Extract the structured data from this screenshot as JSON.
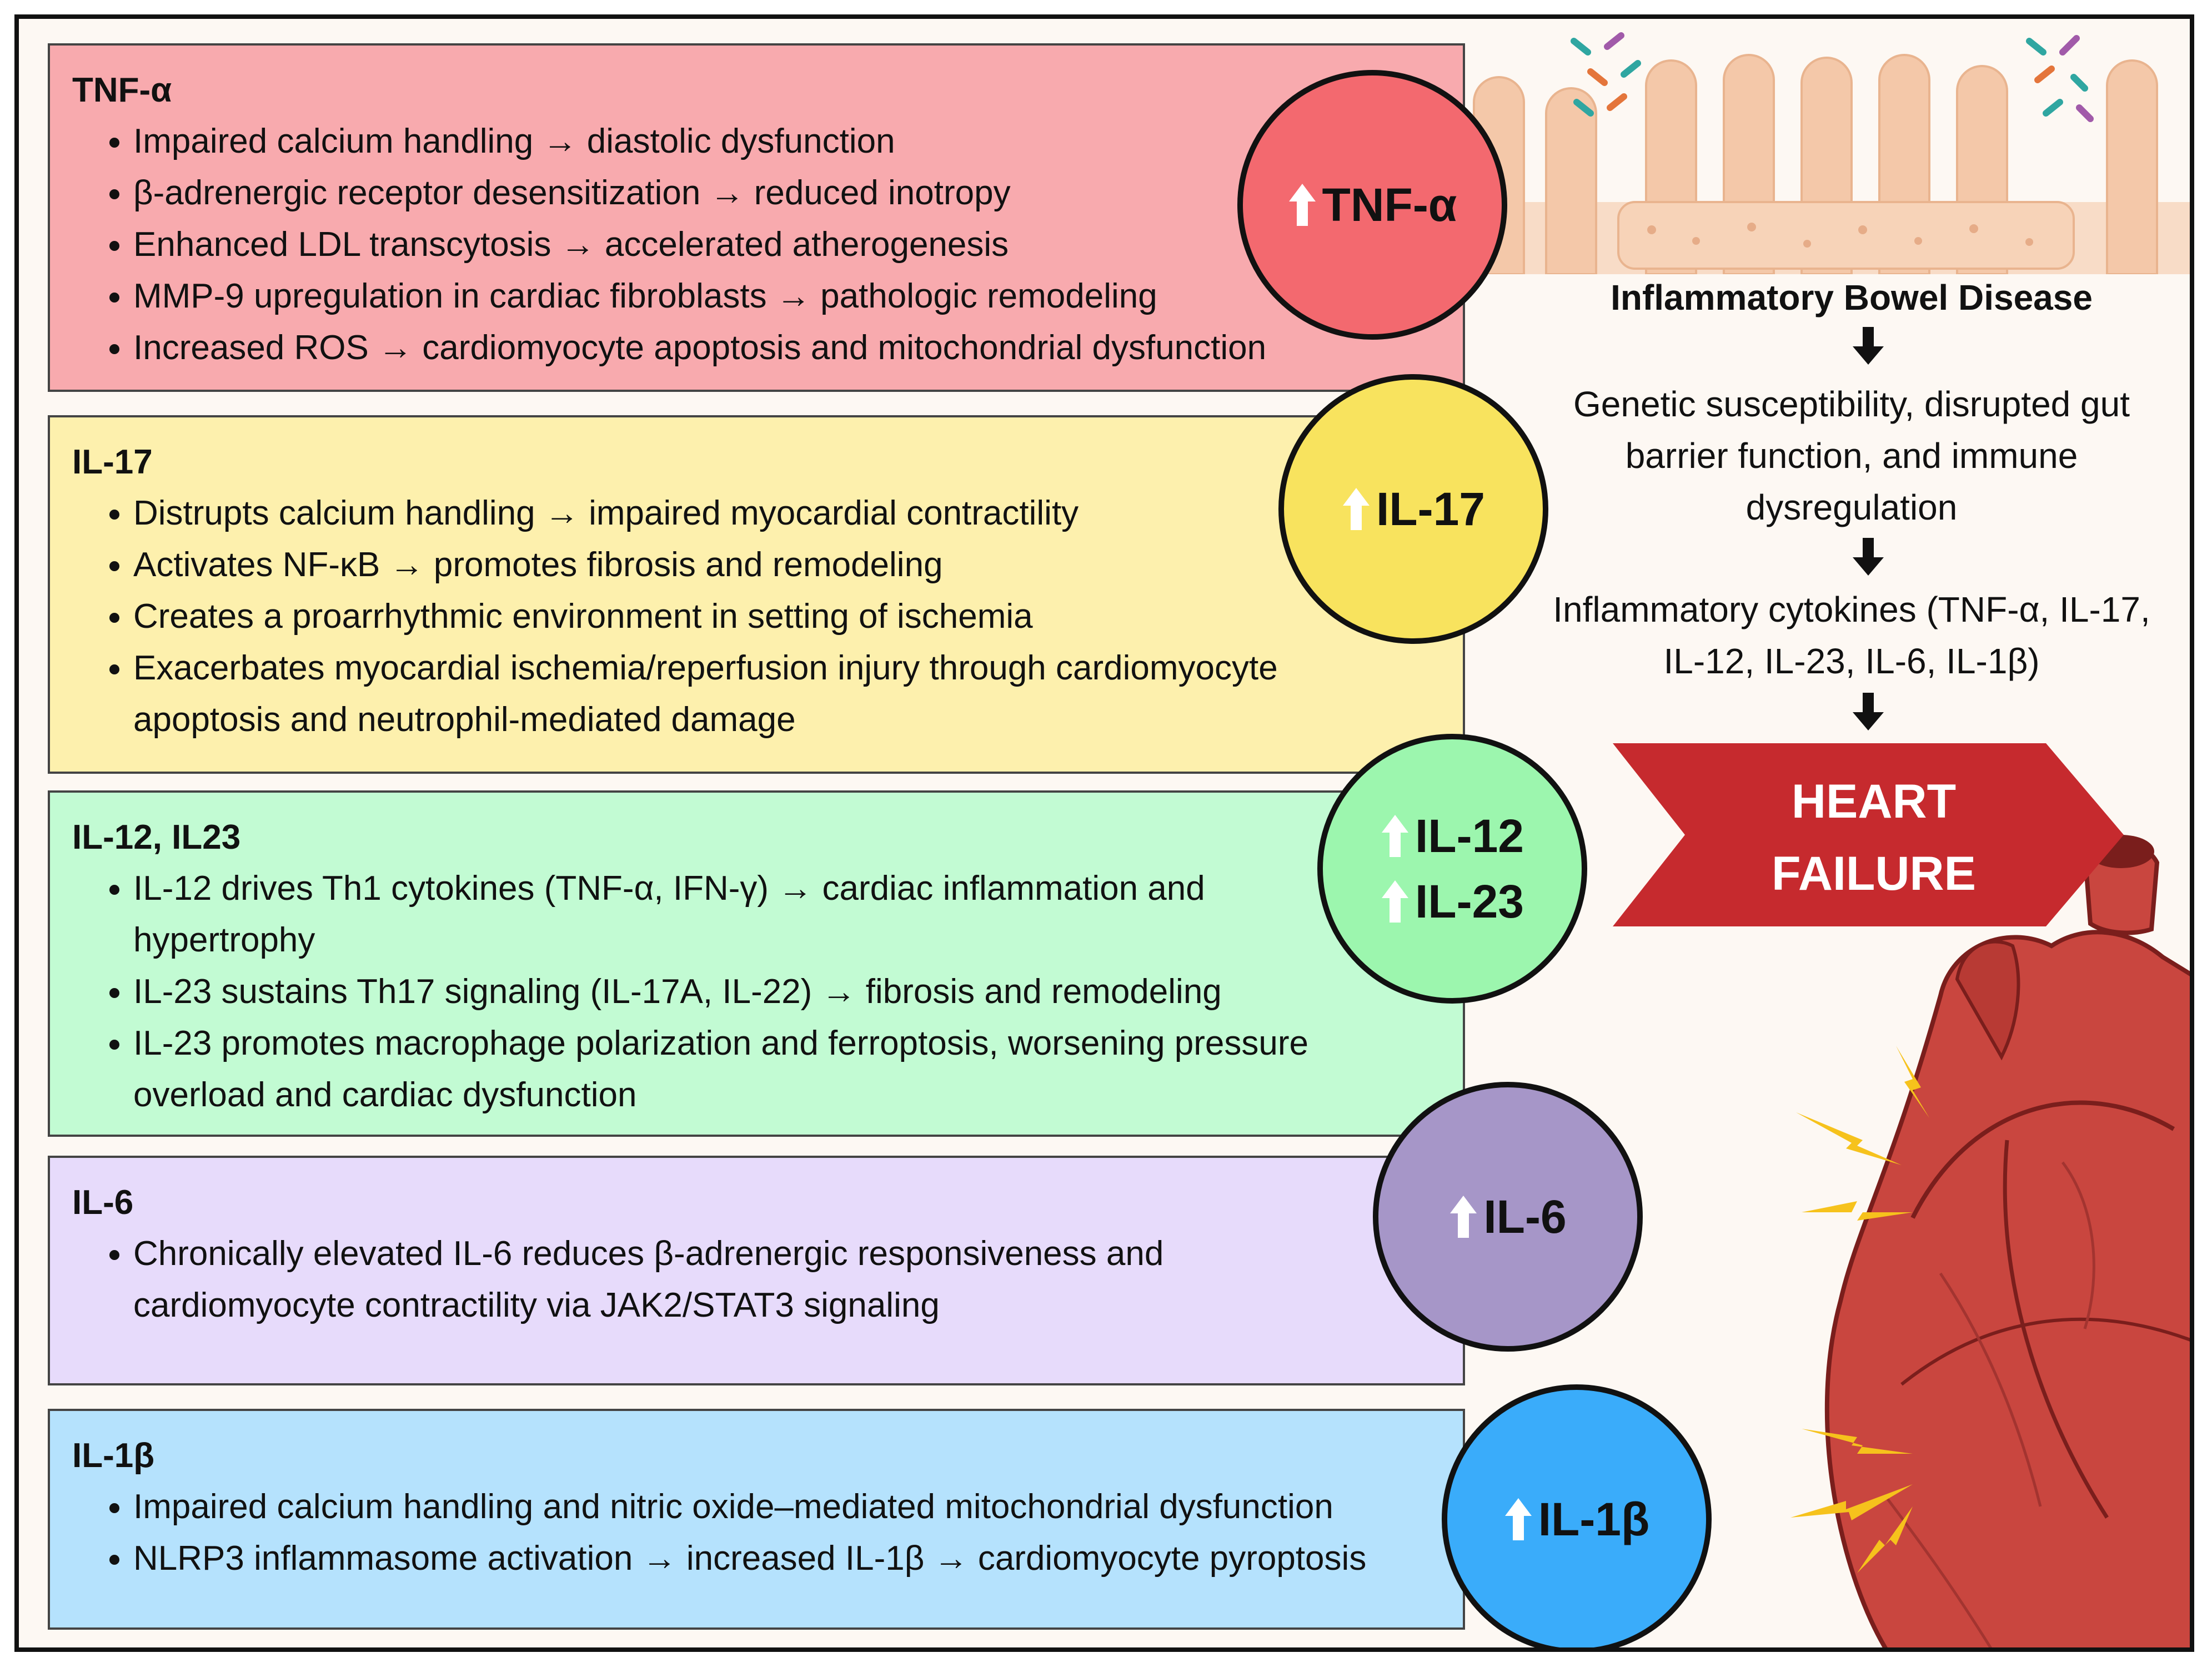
{
  "panels": {
    "tnf": {
      "title": "TNF-α",
      "bullets": [
        "Impaired calcium handling → diastolic dysfunction",
        "β-adrenergic receptor desensitization → reduced inotropy",
        "Enhanced LDL transcytosis → accelerated atherogenesis",
        "MMP-9 upregulation in cardiac fibroblasts → pathologic remodeling",
        "Increased ROS → cardiomyocyte apoptosis and mitochondrial dysfunction"
      ],
      "circle_label": "TNF-α",
      "color": "#f8aaae",
      "circle_color": "#f3696f"
    },
    "il17": {
      "title": "IL-17",
      "bullets": [
        "Distrupts calcium handling → impaired myocardial contractility",
        "Activates NF-κB → promotes fibrosis and remodeling",
        "Creates a proarrhythmic environment in setting of ischemia",
        "Exacerbates myocardial ischemia/reperfusion injury through cardiomyocyte apoptosis and neutrophil-mediated damage"
      ],
      "circle_label": "IL-17",
      "color": "#fdf0ad",
      "circle_color": "#f8e35e"
    },
    "il12": {
      "title": "IL-12, IL23",
      "bullets": [
        "IL-12 drives Th1 cytokines (TNF-α, IFN-γ) → cardiac inflammation and hypertrophy",
        "IL-23 sustains Th17 signaling (IL-17A, IL-22) → fibrosis and remodeling",
        "IL-23 promotes macrophage polarization and ferroptosis, worsening pressure overload and cardiac dysfunction"
      ],
      "circle_label_1": "IL-12",
      "circle_label_2": "IL-23",
      "color": "#c2fbd3",
      "circle_color": "#9cf6ae"
    },
    "il6": {
      "title": "IL-6",
      "bullets": [
        "Chronically elevated IL-6 reduces β-adrenergic responsiveness and cardiomyocyte contractility via JAK2/STAT3 signaling"
      ],
      "circle_label": "IL-6",
      "color": "#e7dbfb",
      "circle_color": "#a696c8"
    },
    "il1b": {
      "title": "IL-1β",
      "bullets": [
        "Impaired calcium handling and nitric oxide–mediated mitochondrial dysfunction",
        "NLRP3 inflammasome activation → increased IL-1β → cardiomyocyte pyroptosis"
      ],
      "circle_label": "IL-1β",
      "color": "#b5e2fd",
      "circle_color": "#3aacfa"
    }
  },
  "pathway": {
    "ibd_title": "Inflammatory Bowel Disease",
    "mechanism": "Genetic susceptibility, disrupted gut barrier function, and immune dysregulation",
    "cytokines": "Inflammatory cytokines (TNF-α, IL-17, IL-12, IL-23, IL-6, IL-1β)",
    "outcome_line1": "HEART",
    "outcome_line2": "FAILURE",
    "outcome_color": "#c62a2e"
  },
  "colors": {
    "heart": "#c9463f",
    "heart_dark": "#7a1e1c",
    "bolt": "#f6c21c",
    "gut": "#f4cdb2"
  }
}
